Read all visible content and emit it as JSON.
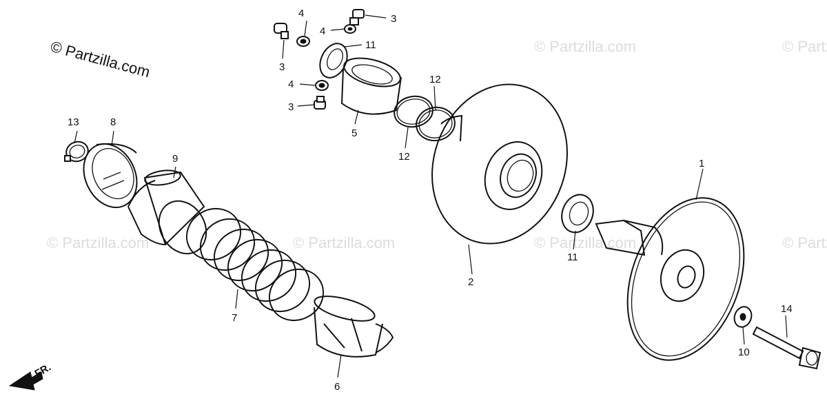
{
  "copyright": "© Partzilla.com",
  "watermark": "© Partzilla.com",
  "front_indicator": "FR.",
  "callouts": {
    "c1": "1",
    "c2": "2",
    "c3a": "3",
    "c3b": "3",
    "c3c": "3",
    "c4a": "4",
    "c4b": "4",
    "c4c": "4",
    "c5": "5",
    "c6": "6",
    "c7": "7",
    "c8": "8",
    "c9": "9",
    "c10": "10",
    "c11a": "11",
    "c11b": "11",
    "c12a": "12",
    "c12b": "12",
    "c13": "13",
    "c14": "14"
  }
}
